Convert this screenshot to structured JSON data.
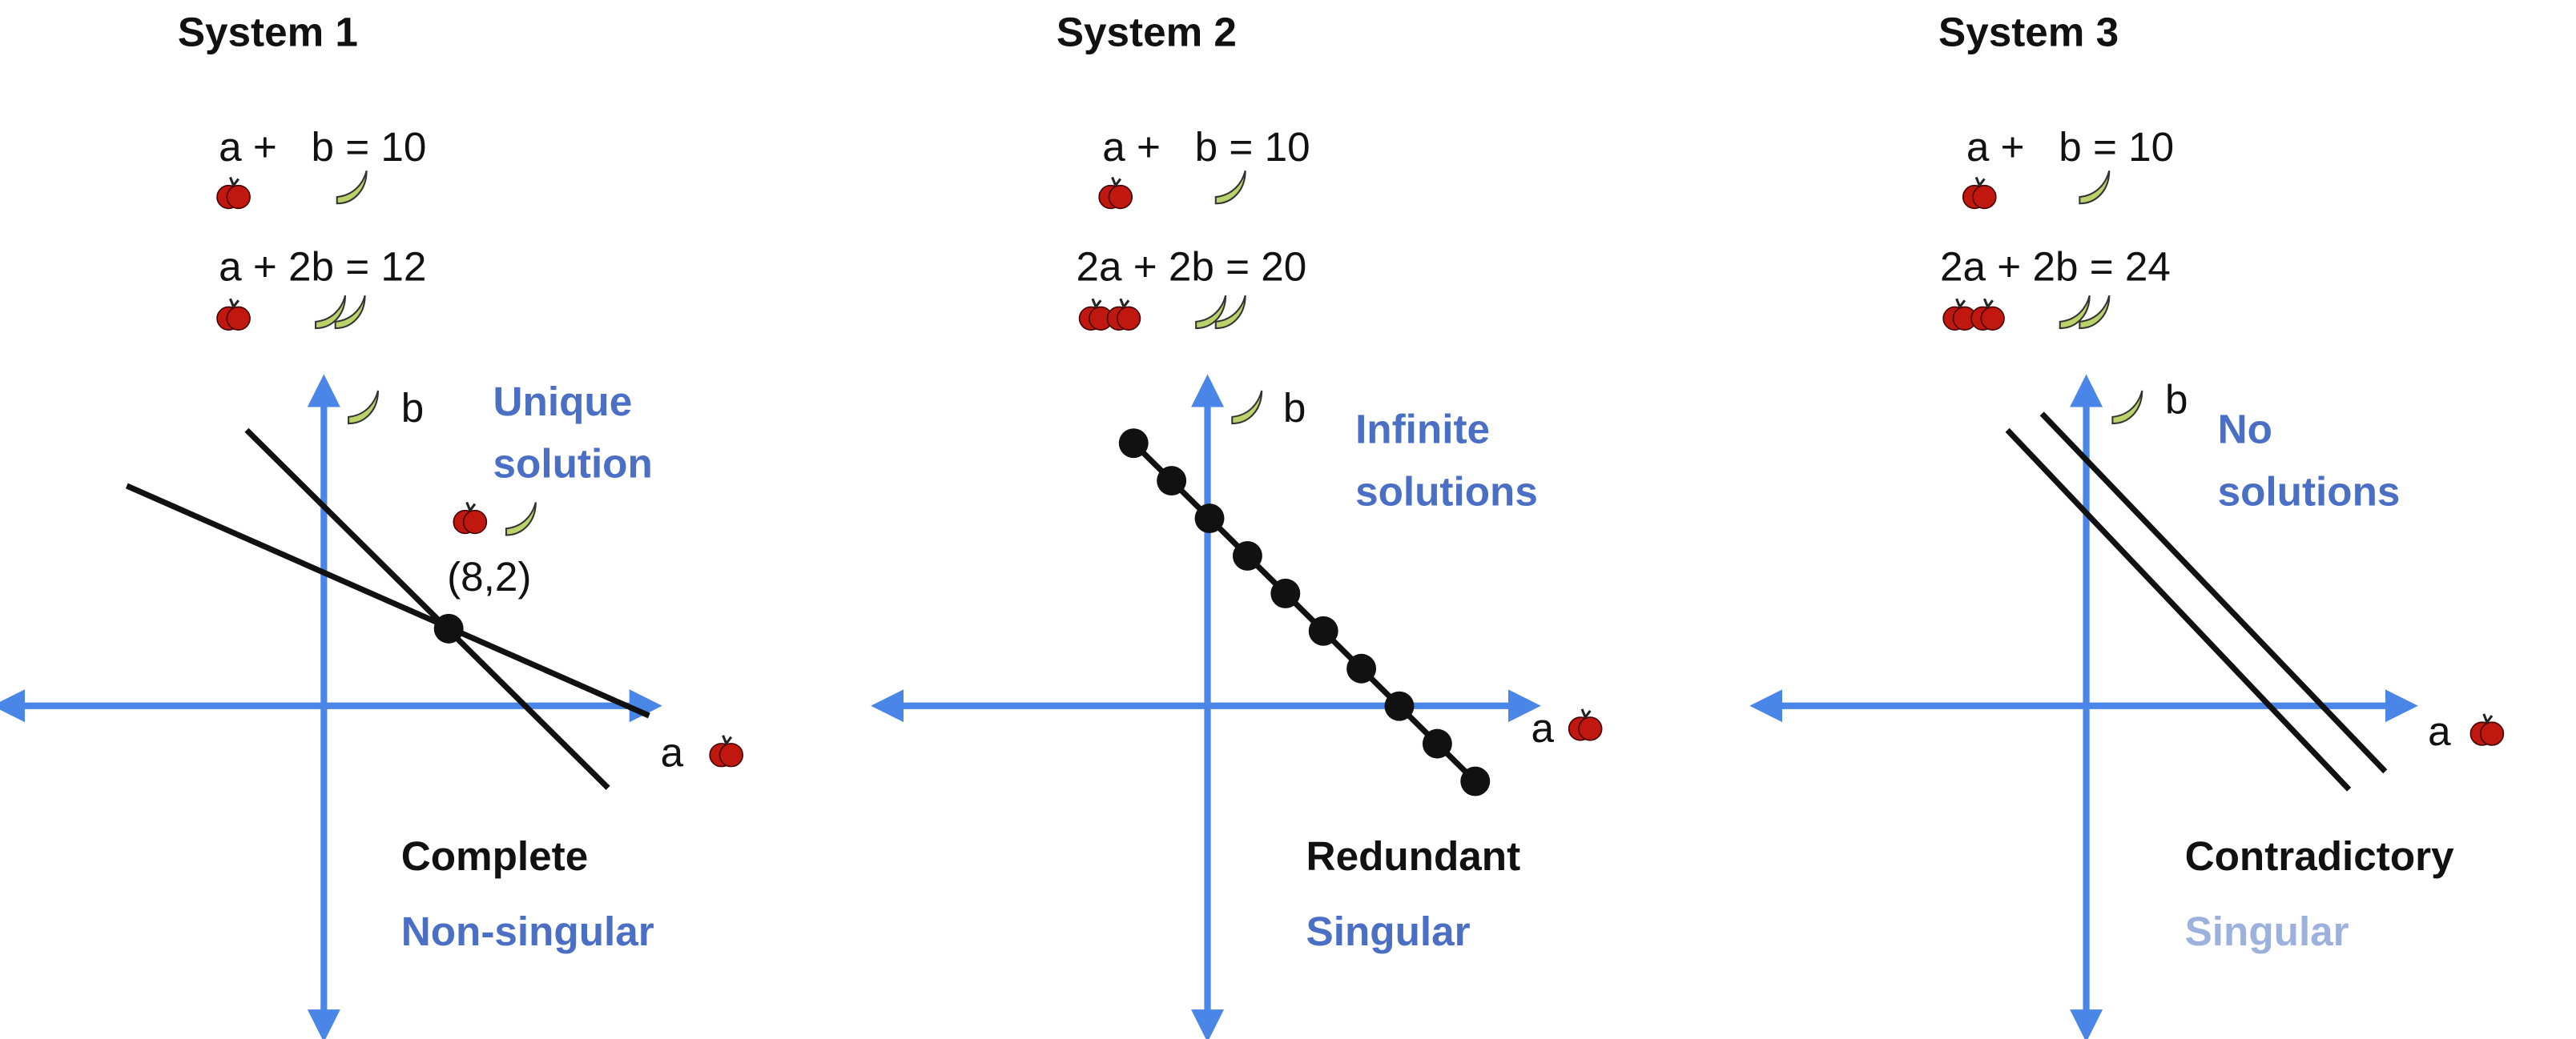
{
  "colors": {
    "axis": "#4a86e8",
    "blue_text": "#4a6fc4",
    "light_blue_text": "#9db1dd",
    "line": "#111111",
    "apple": "#c0180f",
    "banana": "#b9d36a"
  },
  "systems": [
    {
      "title": "System 1",
      "eq1": "a +   b = 10",
      "eq2": "a + 2b = 12",
      "solution_label": [
        "Unique",
        "solution"
      ],
      "point_label": "(8,2)",
      "axis_a": "a",
      "axis_b": "b",
      "classification": "Complete",
      "singularity": "Non-singular"
    },
    {
      "title": "System 2",
      "eq1": "a +   b = 10",
      "eq2": "2a + 2b = 20",
      "solution_label": [
        "Infinite",
        "solutions"
      ],
      "axis_a": "a",
      "axis_b": "b",
      "classification": "Redundant",
      "singularity": "Singular"
    },
    {
      "title": "System 3",
      "eq1": "a +   b = 10",
      "eq2": "2a + 2b = 24",
      "solution_label": [
        "No",
        "solutions"
      ],
      "axis_a": "a",
      "axis_b": "b",
      "classification": "Contradictory",
      "singularity": "Singular"
    }
  ]
}
